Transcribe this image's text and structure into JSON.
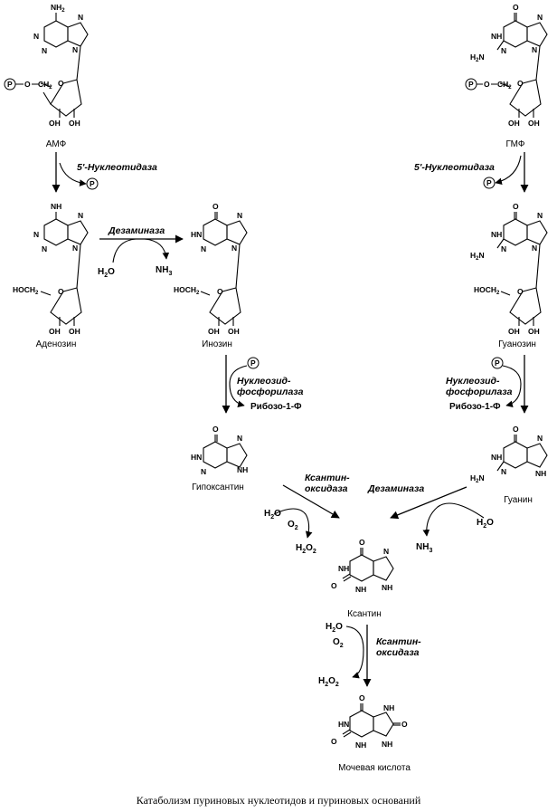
{
  "molecules": {
    "amp": "АМФ",
    "gmp": "ГМФ",
    "adenosine": "Аденозин",
    "inosine": "Инозин",
    "guanosine": "Гуанозин",
    "hypoxanthine": "Гипоксантин",
    "guanine": "Гуанин",
    "xanthine": "Ксантин",
    "uric_acid": "Мочевая кислота"
  },
  "enzymes": {
    "nucleotidase": "5'-Нуклеотидаза",
    "deaminase": "Дезаминаза",
    "phosphorylase_1": "Нуклеозид-",
    "phosphorylase_2": "фосфорилаза",
    "xanthine_oxidase_1": "Ксантин-",
    "xanthine_oxidase_2": "оксидаза"
  },
  "small_molecules": {
    "phosphate": "P",
    "ribose1p": "Рибозо-1-Ф",
    "water": "H",
    "water_tail": "O",
    "oxygen": "O",
    "ammonia": "NH",
    "peroxide": "H",
    "peroxide_mid": "O",
    "sub2": "2",
    "sub3": "3"
  },
  "atoms": {
    "nh2": "NH",
    "n": "N",
    "nh": "NH",
    "hn": "HN",
    "h2n": "H",
    "o": "O",
    "oh": "OH",
    "ho": "HO",
    "hoch2": "HOCH",
    "ch2": "CH",
    "p_o_ch2": "O",
    "sub2": "2"
  },
  "caption": "Катаболизм пуриновых нуклеотидов и пуриновых оснований"
}
